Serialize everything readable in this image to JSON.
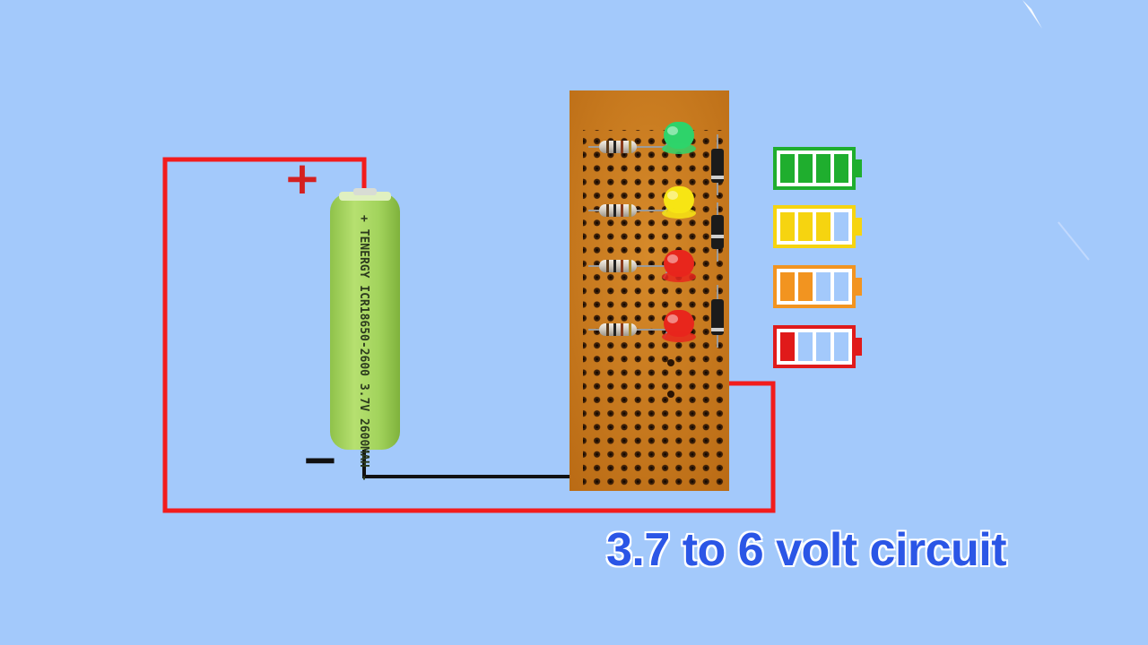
{
  "diagram": {
    "battery_cell": {
      "label": "+ TENERGY ICR18650-2600 3.7V 2600MAH -"
    },
    "terminals": {
      "positive": "+",
      "negative": "−"
    },
    "caption": "3.7 to 6 volt circuit",
    "indicator_levels": [
      {
        "color": "#1fae2e",
        "bars": 4
      },
      {
        "color": "#f6d410",
        "bars": 3
      },
      {
        "color": "#f29420",
        "bars": 2
      },
      {
        "color": "#e01a1a",
        "bars": 1
      }
    ],
    "led_colors": [
      "#2ed36a",
      "#f7e514",
      "#e8261c",
      "#e8261c"
    ],
    "wire_colors": {
      "positive": "#f21c1c",
      "negative": "#111111"
    }
  }
}
